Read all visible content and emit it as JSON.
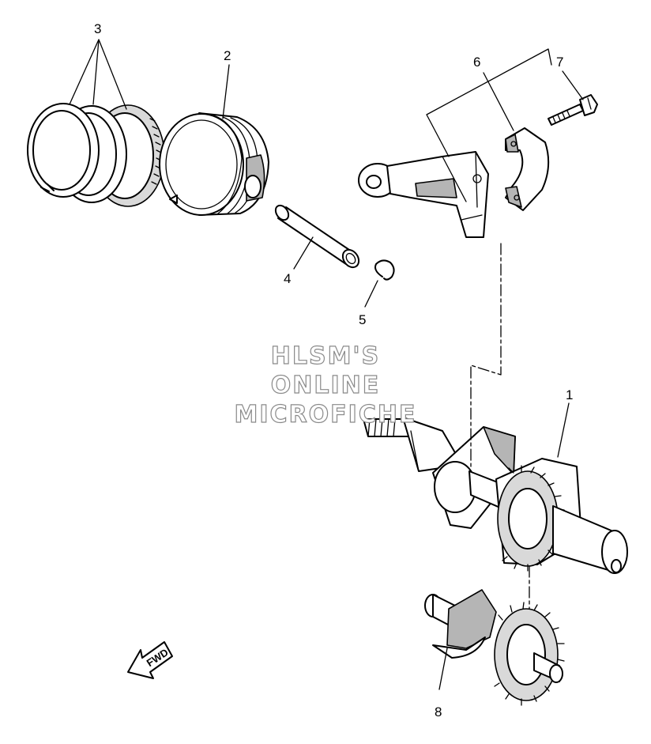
{
  "callouts": [
    {
      "id": "crankshaft",
      "label": "1"
    },
    {
      "id": "piston",
      "label": "2"
    },
    {
      "id": "piston-ring-set",
      "label": "3"
    },
    {
      "id": "piston-pin",
      "label": "4"
    },
    {
      "id": "circlip",
      "label": "5"
    },
    {
      "id": "connecting-rod",
      "label": "6"
    },
    {
      "id": "bolt",
      "label": "7"
    },
    {
      "id": "balancer-shaft",
      "label": "8"
    }
  ],
  "watermark": {
    "line1": "HLSM'S",
    "line2": "ONLINE",
    "line3": "MICROFICHE"
  },
  "direction_marker": {
    "label": "FWD",
    "icon": "arrow-icon"
  },
  "colors": {
    "line": "#000000",
    "background": "#ffffff",
    "watermark_outline": "#8a8a8a"
  }
}
